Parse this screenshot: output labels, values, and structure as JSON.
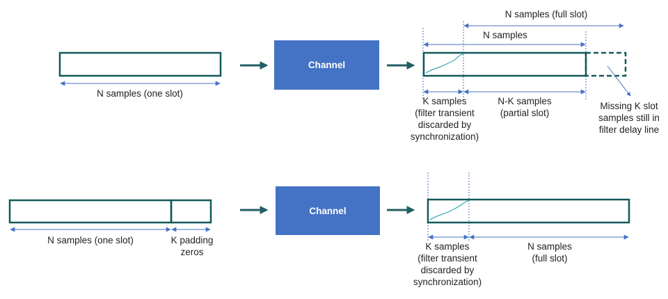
{
  "colors": {
    "slot_outline": "#12595a",
    "channel_box": "#4472c4",
    "channel_text": "#ffffff",
    "dimension_arrow": "#4472c4",
    "flow_arrow": "#215f63",
    "transient_curve": "#3aa6b0",
    "text": "#222222"
  },
  "top": {
    "input_label": "N samples (one slot)",
    "channel_label": "Channel",
    "full_slot_label": "N samples (full slot)",
    "n_samples_label": "N samples",
    "k_samples_lines": [
      "K samples",
      "(filter transient",
      "discarded by",
      "synchronization)"
    ],
    "nk_samples_lines": [
      "N-K samples",
      "(partial slot)"
    ],
    "missing_lines": [
      "Missing K slot",
      "samples still in",
      "filter delay line"
    ]
  },
  "bottom": {
    "input_label": "N samples (one slot)",
    "padding_lines": [
      "K padding",
      "zeros"
    ],
    "channel_label": "Channel",
    "k_samples_lines": [
      "K samples",
      "(filter transient",
      "discarded by",
      "synchronization)"
    ],
    "n_samples_lines": [
      "N samples",
      "(full slot)"
    ]
  }
}
